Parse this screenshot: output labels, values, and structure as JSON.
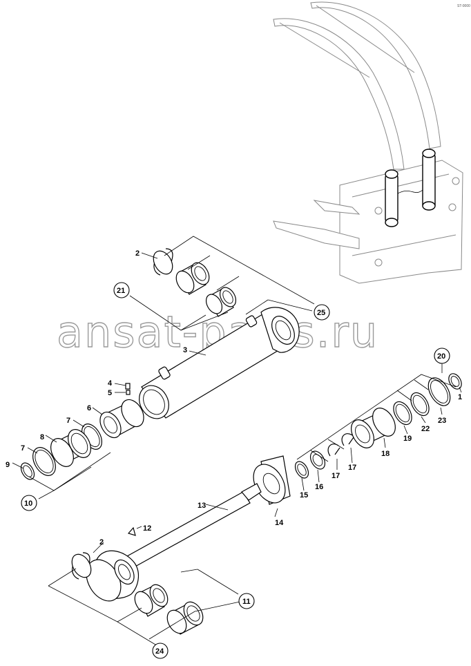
{
  "figure_id": "ST-0000",
  "watermark": "ansat-parts.ru",
  "callouts": [
    {
      "id": "c1",
      "label": "1"
    },
    {
      "id": "c2a",
      "label": "2"
    },
    {
      "id": "c2b",
      "label": "2"
    },
    {
      "id": "c3",
      "label": "3"
    },
    {
      "id": "c4",
      "label": "4"
    },
    {
      "id": "c5",
      "label": "5"
    },
    {
      "id": "c6",
      "label": "6"
    },
    {
      "id": "c7a",
      "label": "7"
    },
    {
      "id": "c7b",
      "label": "7"
    },
    {
      "id": "c8",
      "label": "8"
    },
    {
      "id": "c9",
      "label": "9"
    },
    {
      "id": "c12",
      "label": "12"
    },
    {
      "id": "c13",
      "label": "13"
    },
    {
      "id": "c14",
      "label": "14"
    },
    {
      "id": "c15",
      "label": "15"
    },
    {
      "id": "c16",
      "label": "16"
    },
    {
      "id": "c17a",
      "label": "17"
    },
    {
      "id": "c17b",
      "label": "17"
    },
    {
      "id": "c18",
      "label": "18"
    },
    {
      "id": "c19",
      "label": "19"
    },
    {
      "id": "c22",
      "label": "22"
    },
    {
      "id": "c23",
      "label": "23"
    }
  ],
  "kit_callouts": [
    {
      "id": "k10",
      "label": "10"
    },
    {
      "id": "k11",
      "label": "11"
    },
    {
      "id": "k20",
      "label": "20"
    },
    {
      "id": "k21",
      "label": "21"
    },
    {
      "id": "k24",
      "label": "24"
    },
    {
      "id": "k25",
      "label": "25"
    }
  ]
}
